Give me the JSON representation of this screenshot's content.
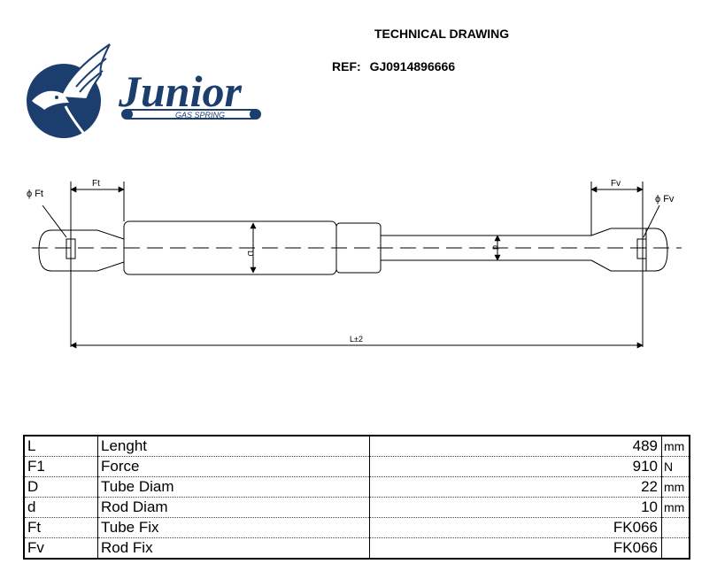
{
  "header": {
    "title": "TECHNICAL DRAWING",
    "ref_label": "REF:",
    "ref_value": "GJ0914896666"
  },
  "logo": {
    "brand": "Junior",
    "tagline": "GAS SPRING",
    "color": "#1c3e6e"
  },
  "drawing": {
    "label_phi_ft": "ϕ Ft",
    "label_ft": "Ft",
    "label_fv": "Fv",
    "label_phi_fv": "ϕ Fv",
    "label_D": "D",
    "label_d": "d",
    "label_length": "L±2"
  },
  "specs": [
    {
      "code": "L",
      "name": "Lenght",
      "value": "489",
      "unit": "mm"
    },
    {
      "code": "F1",
      "name": "Force",
      "value": "910",
      "unit": "N"
    },
    {
      "code": "D",
      "name": "Tube Diam",
      "value": "22",
      "unit": "mm"
    },
    {
      "code": "d",
      "name": "Rod Diam",
      "value": "10",
      "unit": "mm"
    },
    {
      "code": "Ft",
      "name": "Tube Fix",
      "value": "FK066",
      "unit": ""
    },
    {
      "code": "Fv",
      "name": "Rod Fix",
      "value": "FK066",
      "unit": ""
    }
  ]
}
